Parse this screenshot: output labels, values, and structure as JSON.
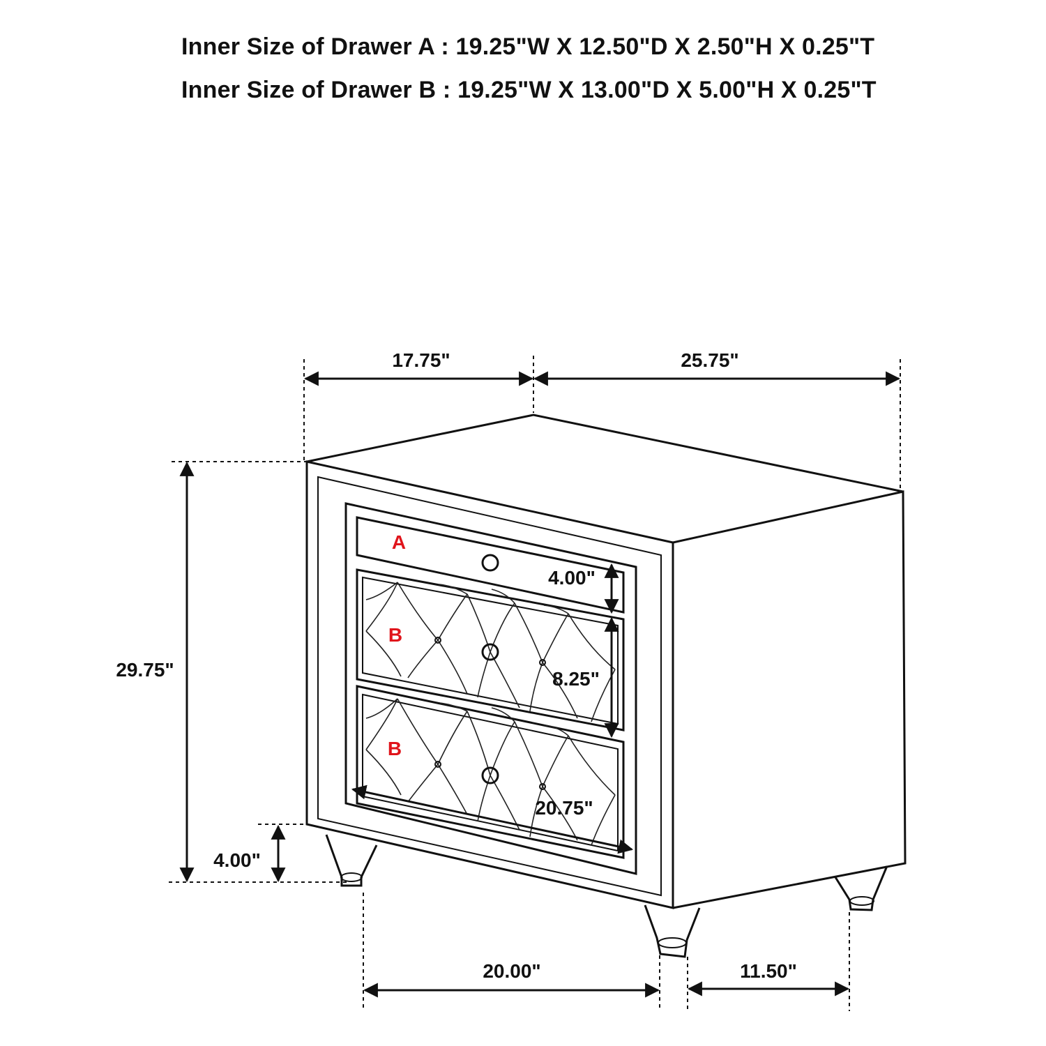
{
  "specs": {
    "drawer_a": "Inner Size of Drawer A : 19.25\"W X 12.50\"D X 2.50\"H X 0.25\"T",
    "drawer_b": "Inner Size of Drawer B : 19.25\"W X 13.00\"D X 5.00\"H X 0.25\"T"
  },
  "dimensions": {
    "top_depth": "17.75\"",
    "top_width": "25.75\"",
    "overall_height": "29.75\"",
    "leg_height": "4.00\"",
    "drawer_a_height": "4.00\"",
    "drawer_b_height": "8.25\"",
    "drawer_width": "20.75\"",
    "front_leg_span": "20.00\"",
    "side_leg_span": "11.50\""
  },
  "drawer_labels": {
    "top": "A",
    "middle": "B",
    "bottom": "B"
  },
  "colors": {
    "line": "#111111",
    "label": "#e0141b"
  }
}
